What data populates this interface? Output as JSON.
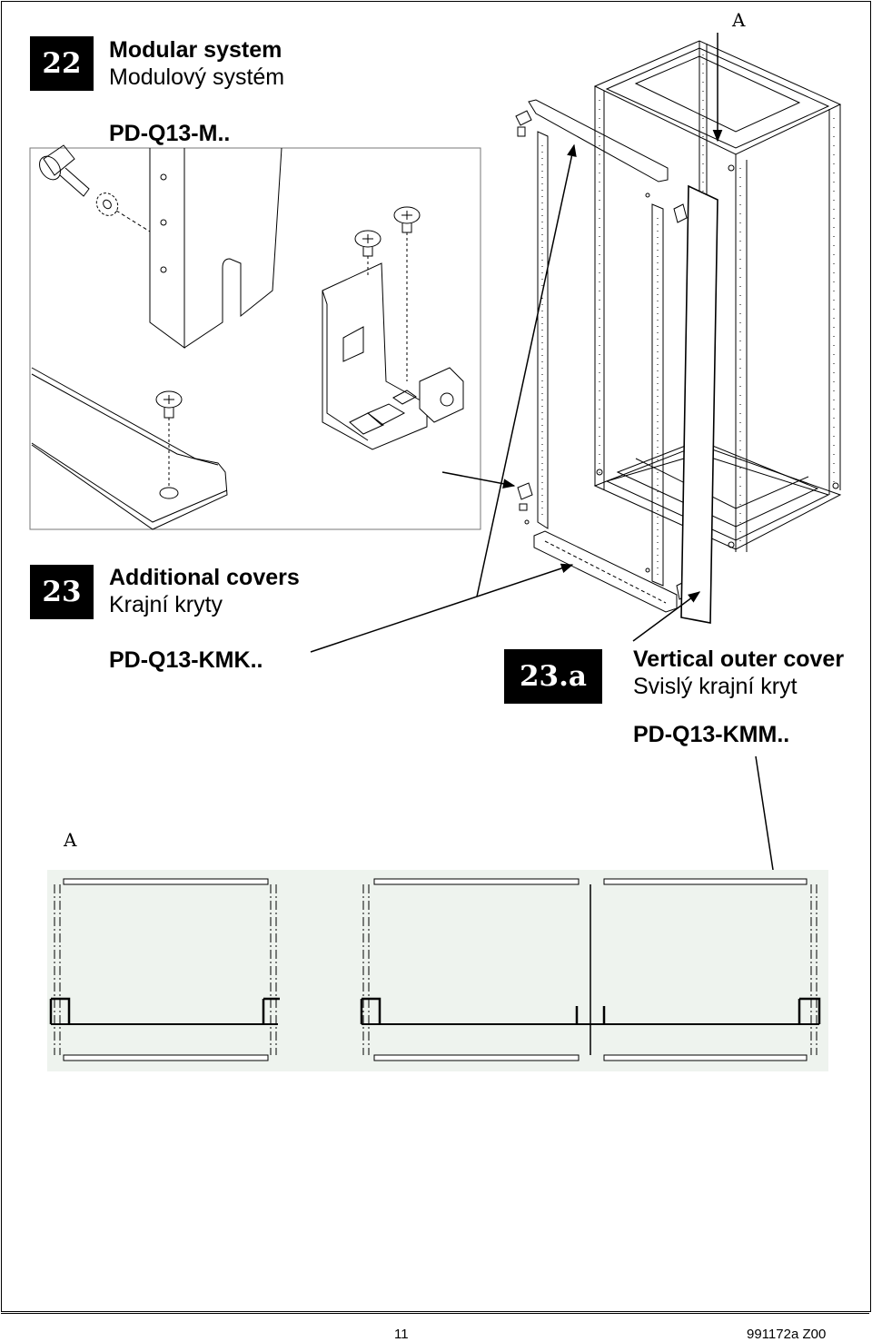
{
  "steps": [
    {
      "number": "22",
      "title_en": "Modular system",
      "title_cz": "Modulový systém",
      "code": "PD-Q13-M.."
    },
    {
      "number": "23",
      "title_en": "Additional covers",
      "title_cz": "Krajní kryty",
      "code": "PD-Q13-KMK.."
    },
    {
      "number": "23.a",
      "title_en": "Vertical outer cover",
      "title_cz": "Svislý krajní kryt",
      "code": "PD-Q13-KMM.."
    }
  ],
  "view_labels": {
    "top": "A",
    "section": "A"
  },
  "footer": {
    "page_number": "11",
    "doc_code": "991172a Z00"
  }
}
